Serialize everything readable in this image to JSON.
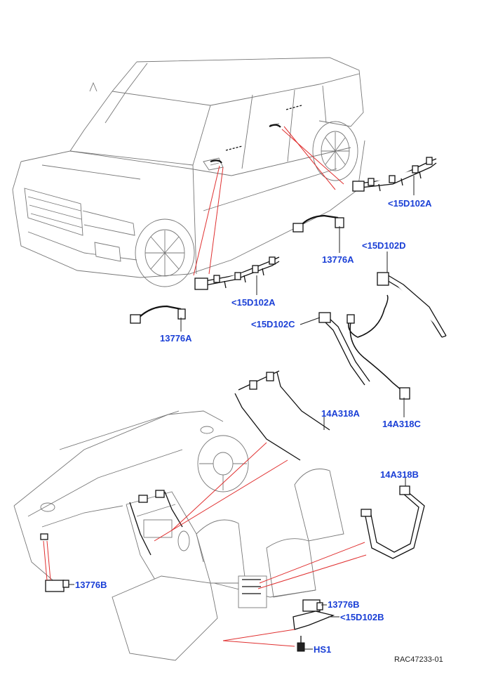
{
  "diagram": {
    "callouts": [
      {
        "id": "c1",
        "text": "<15D102A"
      },
      {
        "id": "c2",
        "text": "<15D102D"
      },
      {
        "id": "c3",
        "text": "13776A"
      },
      {
        "id": "c4",
        "text": "<15D102A"
      },
      {
        "id": "c5",
        "text": "<15D102C"
      },
      {
        "id": "c6",
        "text": "13776A"
      },
      {
        "id": "c7",
        "text": "14A318A"
      },
      {
        "id": "c8",
        "text": "14A318C"
      },
      {
        "id": "c9",
        "text": "14A318B"
      },
      {
        "id": "c10",
        "text": "13776B"
      },
      {
        "id": "c11",
        "text": "13776B"
      },
      {
        "id": "c12",
        "text": "<15D102B"
      },
      {
        "id": "c13",
        "text": "HS1"
      }
    ],
    "reference_code": "RAC47233-01",
    "colors": {
      "callout": "#1a3fd6",
      "callout_line": "#e03030",
      "outline": "#777777"
    }
  }
}
